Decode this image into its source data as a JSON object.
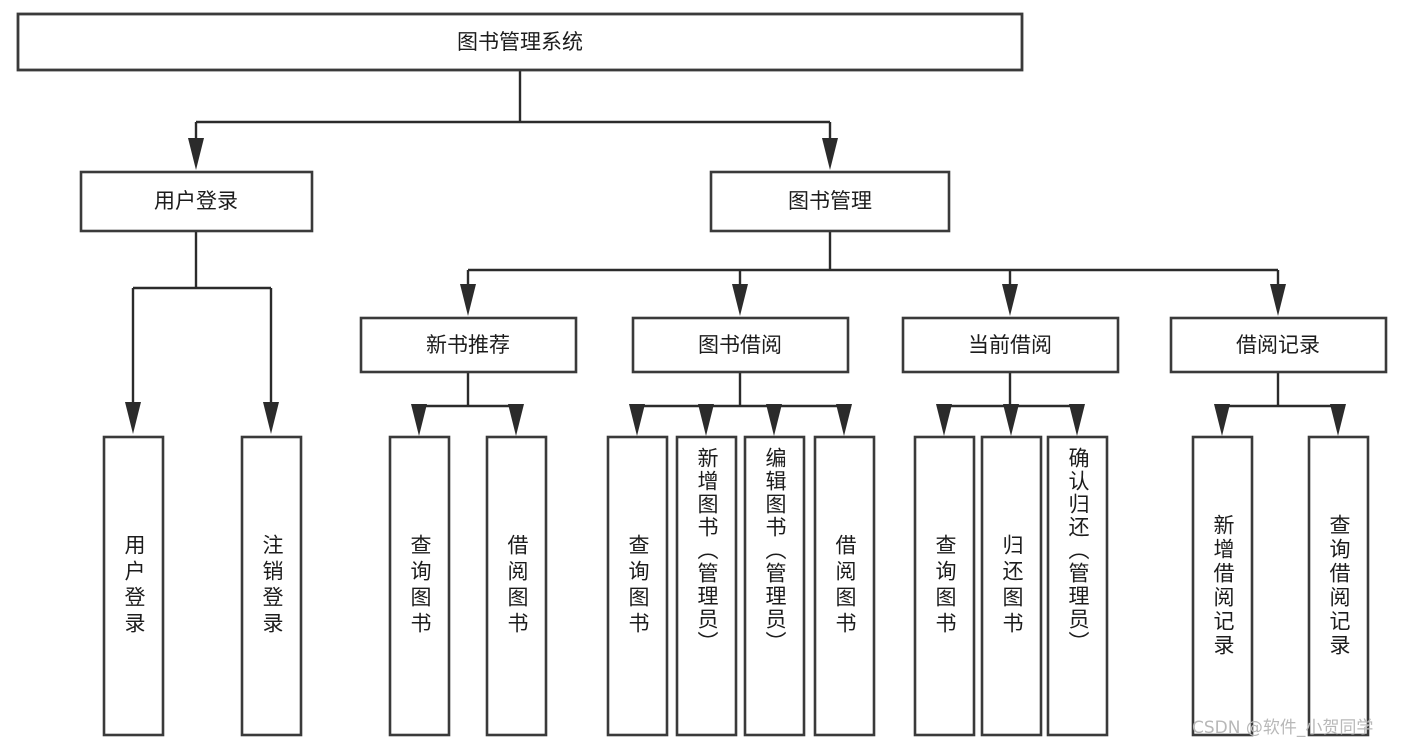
{
  "diagram": {
    "type": "tree-hierarchy",
    "title": "图书管理系统",
    "watermark": "CSDN @软件_小贺同学",
    "colors": {
      "background": "#ffffff",
      "box_stroke": "#3a3a3a",
      "connector": "#2b2b2b",
      "text": "#1c1c1c",
      "watermark": "#b8b8b8"
    },
    "levels": {
      "root": {
        "label": "图书管理系统"
      },
      "level2": [
        {
          "id": "user-login",
          "label": "用户登录"
        },
        {
          "id": "book-management",
          "label": "图书管理"
        }
      ],
      "level3": [
        {
          "id": "new-book-recommend",
          "label": "新书推荐",
          "parent": "book-management"
        },
        {
          "id": "book-borrow",
          "label": "图书借阅",
          "parent": "book-management"
        },
        {
          "id": "current-borrow",
          "label": "当前借阅",
          "parent": "book-management"
        },
        {
          "id": "borrow-record",
          "label": "借阅记录",
          "parent": "book-management"
        }
      ],
      "leaves": [
        {
          "id": "leaf-user-login",
          "label": "用户登录",
          "parent": "user-login"
        },
        {
          "id": "leaf-logout",
          "label": "注销登录",
          "parent": "user-login"
        },
        {
          "id": "leaf-query-book-1",
          "label": "查询图书",
          "parent": "new-book-recommend"
        },
        {
          "id": "leaf-borrow-book-1",
          "label": "借阅图书",
          "parent": "new-book-recommend"
        },
        {
          "id": "leaf-query-book-2",
          "label": "查询图书",
          "parent": "book-borrow"
        },
        {
          "id": "leaf-add-book",
          "label": "新增图书（管理员）",
          "parent": "book-borrow"
        },
        {
          "id": "leaf-edit-book",
          "label": "编辑图书（管理员）",
          "parent": "book-borrow"
        },
        {
          "id": "leaf-borrow-book-2",
          "label": "借阅图书",
          "parent": "book-borrow"
        },
        {
          "id": "leaf-query-book-3",
          "label": "查询图书",
          "parent": "current-borrow"
        },
        {
          "id": "leaf-return-book",
          "label": "归还图书",
          "parent": "current-borrow"
        },
        {
          "id": "leaf-confirm-return",
          "label": "确认归还（管理员）",
          "parent": "current-borrow"
        },
        {
          "id": "leaf-add-record",
          "label": "新增借阅记录",
          "parent": "borrow-record"
        },
        {
          "id": "leaf-query-record",
          "label": "查询借阅记录",
          "parent": "borrow-record"
        }
      ]
    }
  }
}
